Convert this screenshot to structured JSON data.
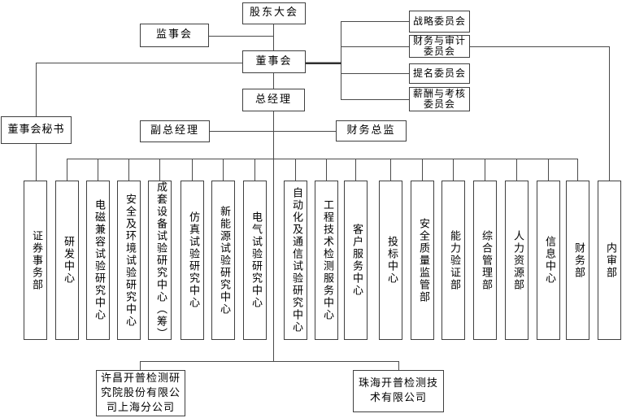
{
  "org_chart": {
    "top_nodes": {
      "shareholders_meeting": "股东大会",
      "supervisory_board": "监事会",
      "board_of_directors": "董事会",
      "general_manager": "总经理",
      "board_secretary": "董事会秘书",
      "deputy_general_manager": "副总经理",
      "finance_director": "财务总监"
    },
    "committees": [
      {
        "label": "战略委员会",
        "lines": [
          "战略委员会"
        ]
      },
      {
        "label": "财务与审计委员会",
        "lines": [
          "财务与审计",
          "委员会"
        ]
      },
      {
        "label": "提名委员会",
        "lines": [
          "提名委员会"
        ]
      },
      {
        "label": "薪酬与考核委员会",
        "lines": [
          "薪酬与考核",
          "委员会"
        ]
      }
    ],
    "departments": [
      "证券事务部",
      "研发中心",
      "电磁兼容试验研究中心",
      "安全及环境试验研究中心",
      "成套设备试验研究中心（筹）",
      "仿真试验研究中心",
      "新能源试验研究中心",
      "电气试验研究中心",
      "自动化及通信试验研究中心",
      "工程技术检测服务中心",
      "客户服务中心",
      "投标中心",
      "安全质量监管部",
      "能力验证部",
      "综合管理部",
      "人力资源部",
      "信息中心",
      "财务部",
      "内审部"
    ],
    "subsidiaries": [
      {
        "label": "许昌开普检测研究院股份有限公司上海分公司",
        "lines": [
          "许昌开普检测研",
          "究院股份有限公",
          "司上海分公司"
        ]
      },
      {
        "label": "珠海开普检测技术有限公司",
        "lines": [
          "珠海开普检测技",
          "术有限公司"
        ]
      }
    ],
    "colors": {
      "connector_line": "#4a4a4a",
      "box_border": "#3f3f3f",
      "text": "#000000",
      "background": "#ffffff"
    }
  }
}
